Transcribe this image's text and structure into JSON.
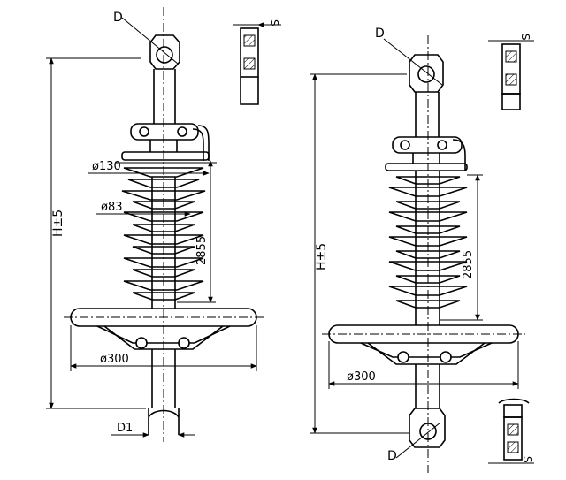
{
  "left_insulator": {
    "label_top_fitting": "D",
    "label_total_height": "H±5",
    "label_shed_large_dia": "ø130",
    "label_shed_small_dia": "ø83",
    "label_arc_length": "2855",
    "label_grading_ring": "ø300",
    "label_bottom_rod": "D1",
    "label_section_dim": "S"
  },
  "right_insulator": {
    "label_top_fitting": "D",
    "label_total_height": "H±5",
    "label_arc_length": "2855",
    "label_grading_ring": "ø300",
    "label_bottom_fitting": "D",
    "label_section_top": "S",
    "label_section_bottom": "S"
  }
}
